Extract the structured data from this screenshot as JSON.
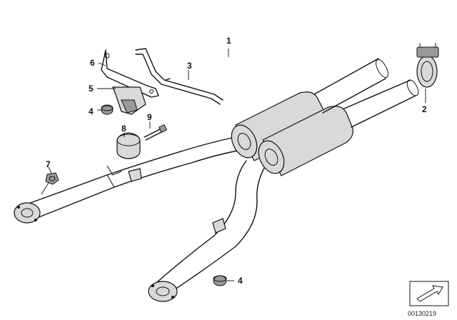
{
  "diagram": {
    "callouts": {
      "c1": "1",
      "c2": "2",
      "c3": "3",
      "c4a": "4",
      "c4b": "4",
      "c5": "5",
      "c6": "6",
      "c7": "7",
      "c8": "8",
      "c9": "9"
    },
    "reference_number": "00130219"
  }
}
